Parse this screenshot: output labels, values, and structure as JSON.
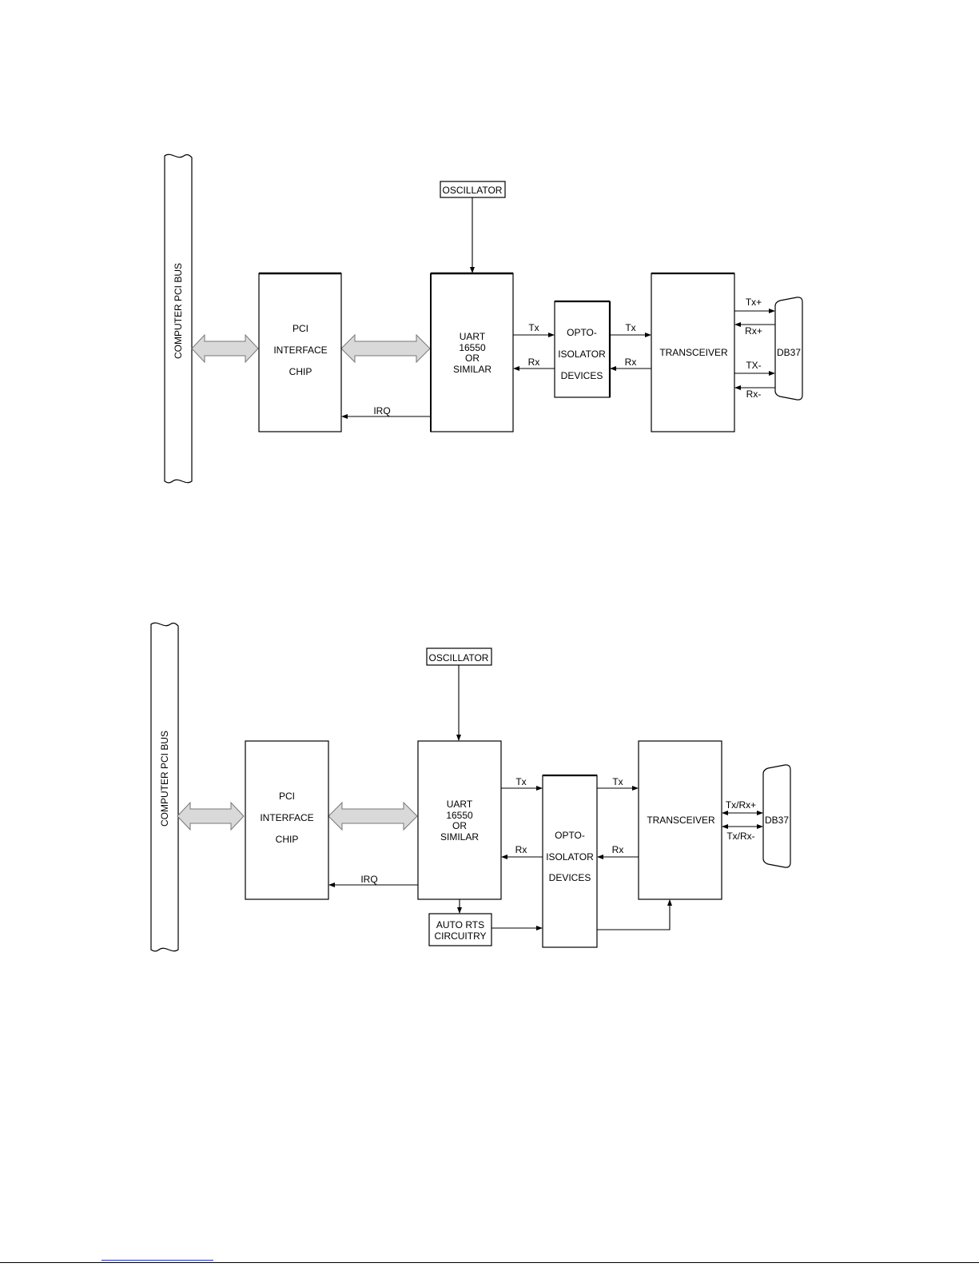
{
  "diagram_top": {
    "bus_label": "COMPUTER  PCI  BUS",
    "pci_chip": [
      "PCI",
      "INTERFACE",
      "CHIP"
    ],
    "oscillator": "OSCILLATOR",
    "uart": [
      "UART",
      "16550",
      "OR",
      "SIMILAR"
    ],
    "opto": [
      "OPTO-",
      "ISOLATOR",
      "DEVICES"
    ],
    "transceiver": "TRANSCEIVER",
    "connector": "DB37",
    "irq": "IRQ",
    "uart_opto_tx": "Tx",
    "uart_opto_rx": "Rx",
    "opto_trans_tx": "Tx",
    "opto_trans_rx": "Rx",
    "tx_plus": "Tx+",
    "rx_plus": "Rx+",
    "tx_minus": "TX-",
    "rx_minus": "Rx-"
  },
  "diagram_bottom": {
    "bus_label": "COMPUTER  PCI  BUS",
    "pci_chip": [
      "PCI",
      "INTERFACE",
      "CHIP"
    ],
    "oscillator": "OSCILLATOR",
    "uart": [
      "UART",
      "16550",
      "OR",
      "SIMILAR"
    ],
    "opto": [
      "OPTO-",
      "ISOLATOR",
      "DEVICES"
    ],
    "transceiver": "TRANSCEIVER",
    "connector": "DB37",
    "irq": "IRQ",
    "uart_opto_tx": "Tx",
    "uart_opto_rx": "Rx",
    "opto_trans_tx": "Tx",
    "opto_trans_rx": "Rx",
    "txrx_plus": "Tx/Rx+",
    "txrx_minus": "Tx/Rx-",
    "auto_rts": [
      "AUTO RTS",
      "CIRCUITRY"
    ]
  }
}
